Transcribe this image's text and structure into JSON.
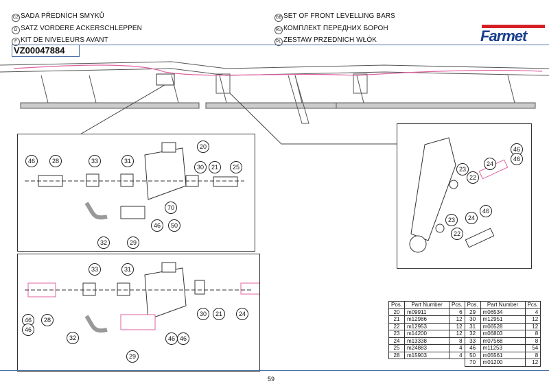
{
  "titles": {
    "cz": {
      "code": "CZ",
      "text": "SADA PŘEDNÍCH SMYKŮ"
    },
    "d": {
      "code": "D",
      "text": "SATZ VORDERE ACKERSCHLEPPEN"
    },
    "f": {
      "code": "F",
      "text": "KIT DE NIVELEURS AVANT"
    },
    "gb": {
      "code": "GB",
      "text": "SET OF FRONT LEVELLING BARS"
    },
    "ru": {
      "code": "RU",
      "text": "КОМПЛЕКТ ПЕРЕДНИХ БОРОН"
    },
    "pl": {
      "code": "PL",
      "text": "ZESTAW PRZEDNICH WŁÓK"
    }
  },
  "doc_code": "VZ00047884",
  "logo": "Farmet",
  "callouts": {
    "box1": [
      "46",
      "28",
      "33",
      "31",
      "20",
      "30",
      "21",
      "25",
      "70",
      "50",
      "46",
      "32",
      "29"
    ],
    "box2": [
      "33",
      "31",
      "46",
      "46",
      "28",
      "30",
      "21",
      "24",
      "32",
      "46",
      "46",
      "29"
    ],
    "box3": [
      "46",
      "46",
      "23",
      "24",
      "22",
      "46",
      "24",
      "23",
      "22"
    ]
  },
  "table": {
    "headers": [
      "Pos.",
      "Part Number",
      "Pcs.",
      "Pos.",
      "Part Number",
      "Pcs."
    ],
    "rows": [
      [
        "20",
        "m09911",
        "6",
        "29",
        "m06534",
        "4"
      ],
      [
        "21",
        "m12986",
        "12",
        "30",
        "m12951",
        "12"
      ],
      [
        "22",
        "m12953",
        "12",
        "31",
        "m06528",
        "12"
      ],
      [
        "23",
        "m14200",
        "12",
        "32",
        "m06803",
        "8"
      ],
      [
        "24",
        "m13338",
        "8",
        "33",
        "m07568",
        "8"
      ],
      [
        "25",
        "m24883",
        "4",
        "46",
        "m11253",
        "54"
      ],
      [
        "28",
        "m15903",
        "4",
        "50",
        "m05561",
        "8"
      ],
      [
        "",
        "",
        "",
        "70",
        "m01200",
        "12"
      ]
    ]
  },
  "page_number": "59",
  "colors": {
    "accent": "#4a6fa5",
    "logo_red": "#d42027",
    "logo_blue": "#1a3f8f",
    "hydraulic": "#e060a0"
  }
}
